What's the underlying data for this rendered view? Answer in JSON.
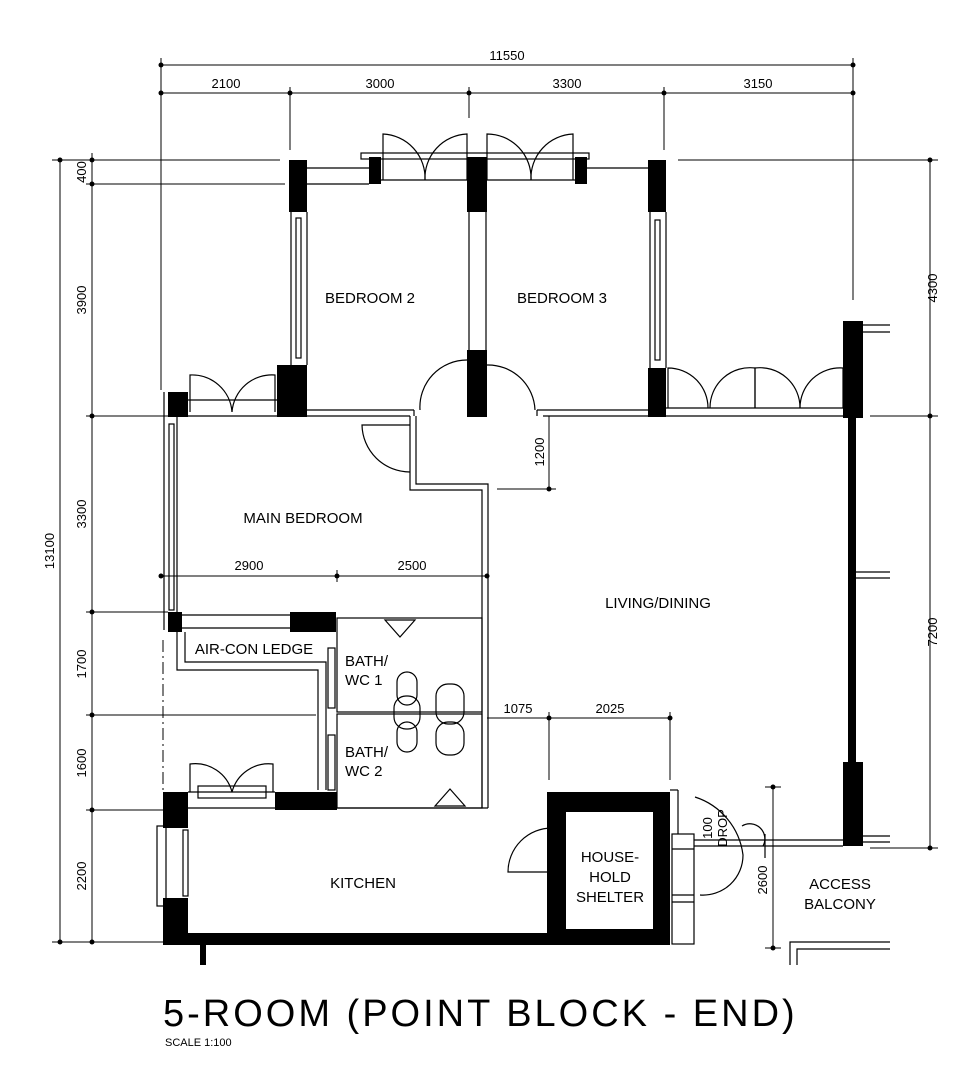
{
  "plan": {
    "title": "5-ROOM (POINT BLOCK - END)",
    "scale": "SCALE 1:100"
  },
  "rooms": {
    "bedroom2": "BEDROOM 2",
    "bedroom3": "BEDROOM 3",
    "main_bedroom": "MAIN BEDROOM",
    "living_dining": "LIVING/DINING",
    "aircon_ledge": "AIR-CON LEDGE",
    "bath1_l1": "BATH/",
    "bath1_l2": "WC 1",
    "bath2_l1": "BATH/",
    "bath2_l2": "WC 2",
    "kitchen": "KITCHEN",
    "shelter_l1": "HOUSE-",
    "shelter_l2": "HOLD",
    "shelter_l3": "SHELTER",
    "balcony_l1": "ACCESS",
    "balcony_l2": "BALCONY",
    "drop_num": "100",
    "drop_text": "DROP"
  },
  "dimensions": {
    "overall_width": "11550",
    "top": [
      "2100",
      "3000",
      "3300",
      "3150"
    ],
    "left_overall": "13100",
    "left": [
      "400",
      "3900",
      "3300",
      "1700",
      "1600",
      "2200"
    ],
    "right": [
      "4300",
      "7200"
    ],
    "main_bedroom_split": [
      "2900",
      "2500"
    ],
    "corridor": "1200",
    "shelter_zone": [
      "1075",
      "2025"
    ],
    "balcony": "2600"
  }
}
